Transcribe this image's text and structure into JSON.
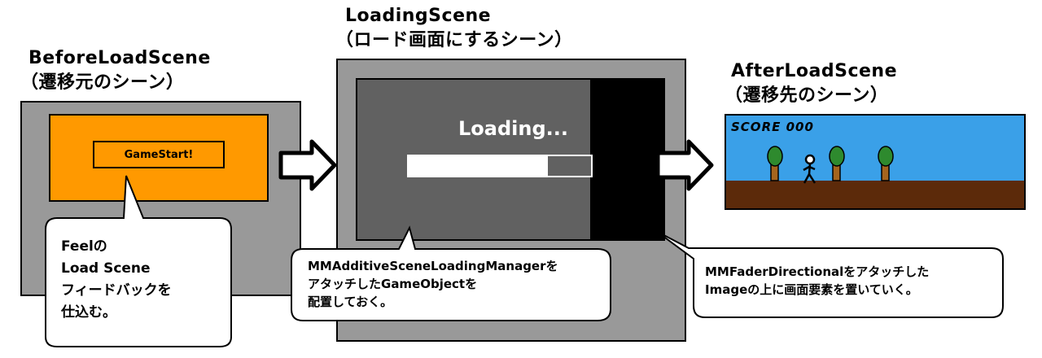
{
  "before": {
    "title": "BeforeLoadScene",
    "subtitle": "（遷移元のシーン）",
    "button_label": "GameStart!"
  },
  "loading": {
    "title": "LoadingScene",
    "subtitle": "（ロード画面にするシーン）",
    "loading_text": "Loading...",
    "progress_fraction": 0.76
  },
  "after": {
    "title": "AfterLoadScene",
    "subtitle": "（遷移先のシーン）",
    "score_text": "SCORE 000"
  },
  "notes": {
    "feel": [
      "Feelの",
      "Load Scene",
      "フィードバックを",
      "仕込む。"
    ],
    "manager": [
      "MMAdditiveSceneLoadingManagerを",
      "アタッチしたGameObjectを",
      "配置しておく。"
    ],
    "fader": [
      "MMFaderDirectionalをアタッチした",
      "Imageの上に画面要素を置いていく。"
    ]
  },
  "colors": {
    "scene_gray": "#999999",
    "orange": "#ff9900",
    "dark_screen": "#616161",
    "sky": "#3aa0e8",
    "ground": "#5c2a0a",
    "tree_foliage": "#2e8a2e",
    "tree_trunk": "#a5651e"
  }
}
